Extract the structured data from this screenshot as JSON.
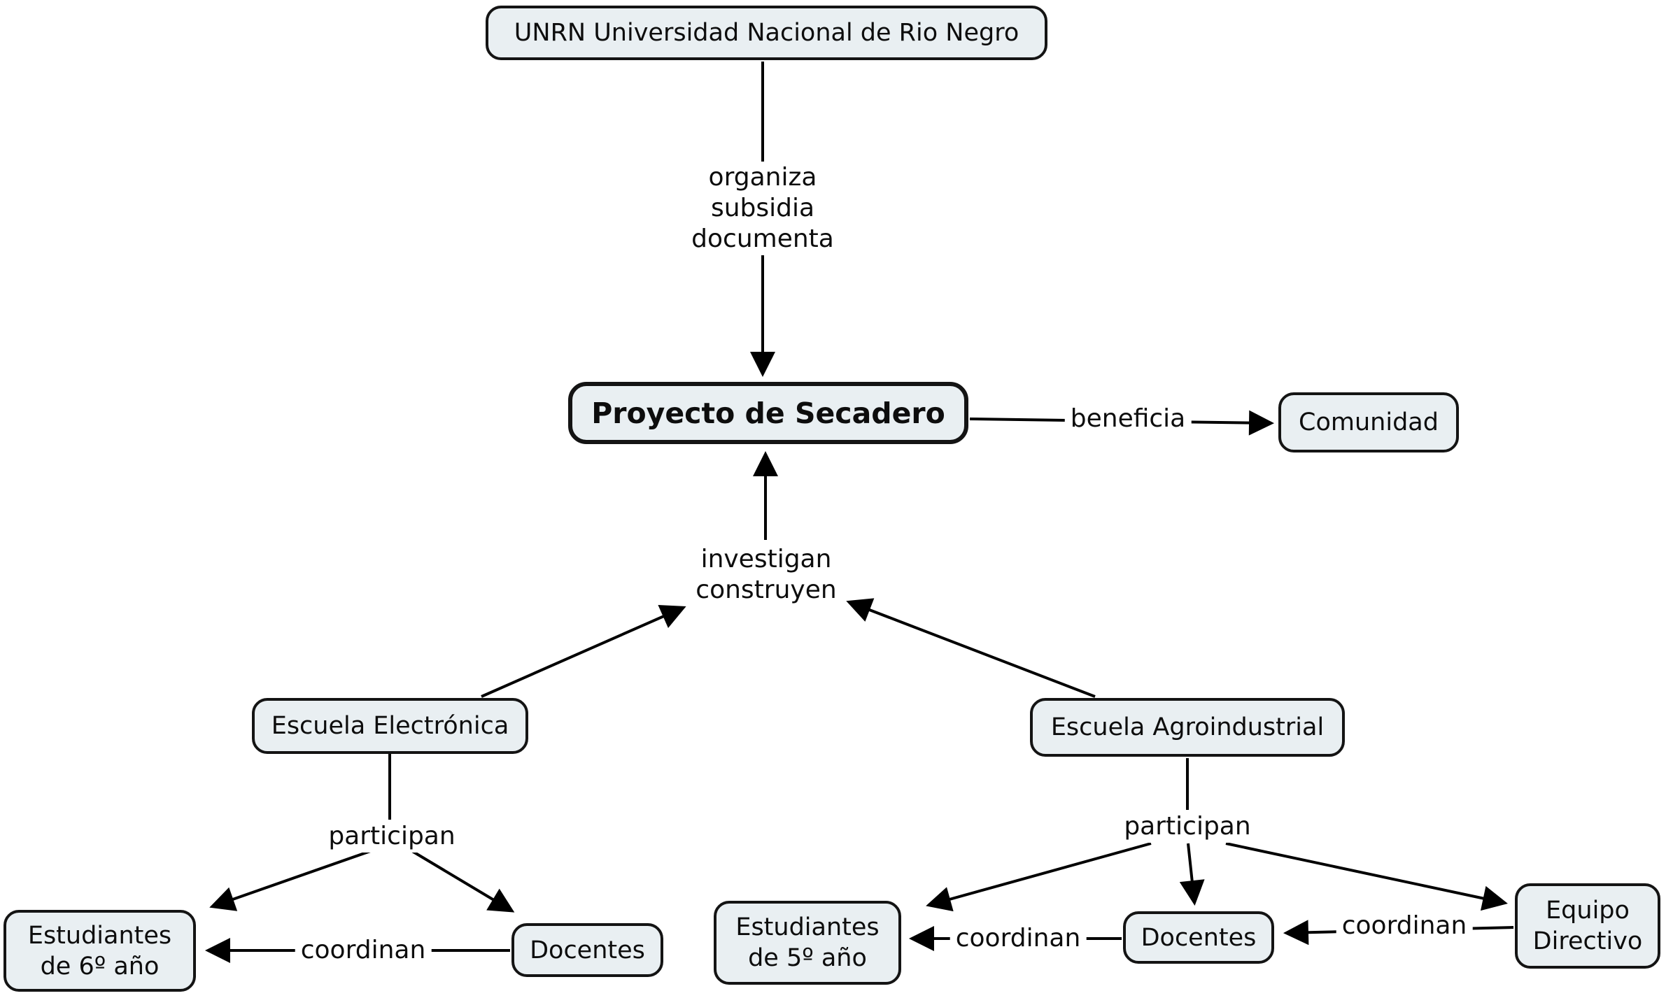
{
  "nodes": {
    "unrn": {
      "label": "UNRN Universidad Nacional de Rio Negro"
    },
    "proyecto": {
      "label": "Proyecto de Secadero"
    },
    "comunidad": {
      "label": "Comunidad"
    },
    "escuela_electronica": {
      "label": "Escuela Electrónica"
    },
    "escuela_agroindustrial": {
      "label": "Escuela Agroindustrial"
    },
    "estudiantes_6": {
      "label": "Estudiantes\nde 6º año"
    },
    "docentes_electronica": {
      "label": "Docentes"
    },
    "estudiantes_5": {
      "label": "Estudiantes\nde 5º año"
    },
    "docentes_agroindustrial": {
      "label": "Docentes"
    },
    "equipo_directivo": {
      "label": "Equipo\nDirectivo"
    }
  },
  "edge_labels": {
    "organiza": "organiza\nsubsidia\ndocumenta",
    "beneficia": "beneficia",
    "investigan": "investigan\nconstruyen",
    "participan_electronica": "participan",
    "participan_agroindustrial": "participan",
    "coordinan_electronica": "coordinan",
    "coordinan_docentes": "coordinan",
    "coordinan_directivo": "coordinan"
  },
  "colors": {
    "background": "#ffffff",
    "node_fill": "#e9eff2",
    "node_border": "#141414",
    "line": "#000000"
  }
}
